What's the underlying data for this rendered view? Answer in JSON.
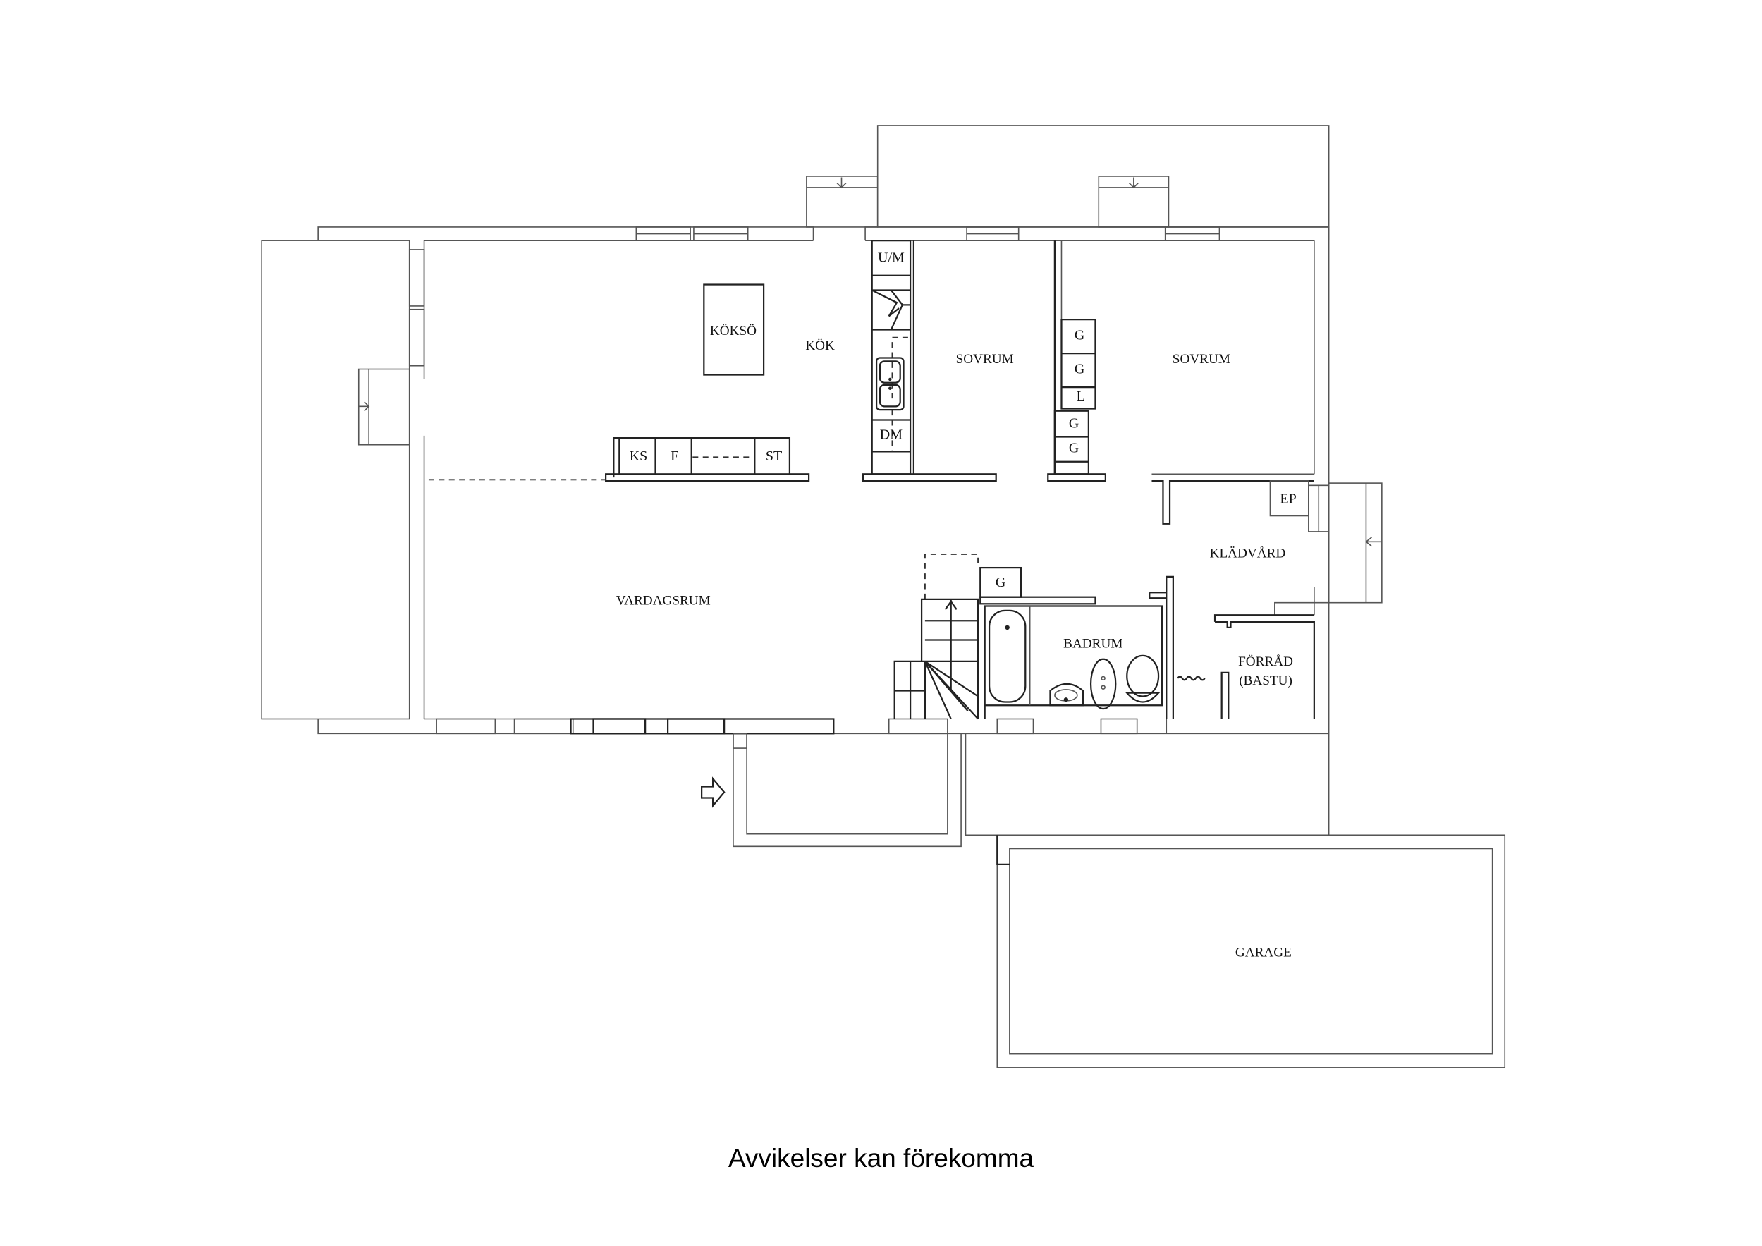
{
  "plan": {
    "rooms": {
      "koksö": "KÖKSÖ",
      "kok": "KÖK",
      "sovrum_1": "SOVRUM",
      "sovrum_2": "SOVRUM",
      "vardagsrum": "VARDAGSRUM",
      "badrum": "BADRUM",
      "kladvard": "KLÄDVÅRD",
      "forrad_line1": "FÖRRÅD",
      "forrad_line2": "(BASTU)",
      "garage": "GARAGE"
    },
    "fixtures": {
      "um": "U/M",
      "dm": "DM",
      "ks": "KS",
      "f": "F",
      "st": "ST",
      "wardrobe_1": "G",
      "wardrobe_2": "G",
      "linen": "L",
      "wardrobe_3": "G",
      "wardrobe_4": "G",
      "hall_wardrobe": "G",
      "ep": "EP"
    }
  },
  "footer": {
    "disclaimer": "Avvikelser kan förekomma"
  }
}
